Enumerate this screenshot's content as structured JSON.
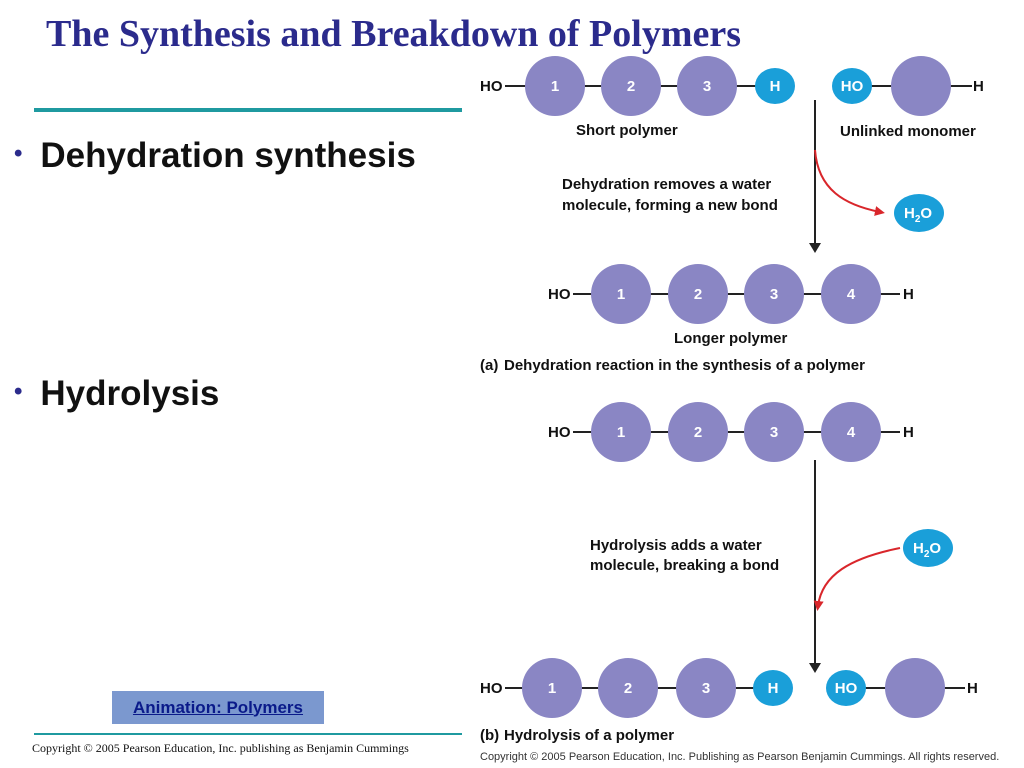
{
  "slide": {
    "title": "The Synthesis and Breakdown of Polymers",
    "bullets": [
      "Dehydration synthesis",
      "Hydrolysis"
    ],
    "bullet_marker": "•",
    "animation_link": "Animation: Polymers",
    "copyright_left": "Copyright © 2005 Pearson Education, Inc. publishing as Benjamin Cummings"
  },
  "figure": {
    "ho": "HO",
    "h": "H",
    "water_main": "H",
    "water_sub": "2",
    "water_tail": "O",
    "row1_monomers": [
      "1",
      "2",
      "3"
    ],
    "row2_monomers": [
      "1",
      "2",
      "3",
      "4"
    ],
    "row3_monomers": [
      "1",
      "2",
      "3",
      "4"
    ],
    "row4_monomers": [
      "1",
      "2",
      "3"
    ],
    "short_polymer": "Short polymer",
    "unlinked_monomer": "Unlinked monomer",
    "dehydration_note_1": "Dehydration removes a water",
    "dehydration_note_2": "molecule, forming a new bond",
    "longer_polymer": "Longer polymer",
    "panel_a_letter": "(a)",
    "panel_a_caption": "Dehydration reaction in the synthesis of a polymer",
    "hydrolysis_note_1": "Hydrolysis adds a water",
    "hydrolysis_note_2": "molecule, breaking a bond",
    "panel_b_letter": "(b)",
    "panel_b_caption": "Hydrolysis of a polymer",
    "copyright_right": "Copyright © 2005 Pearson Education, Inc. Publishing as Pearson Benjamin Cummings. All rights reserved."
  },
  "colors": {
    "title": "#2b2b8c",
    "monomer": "#8a86c4",
    "water_group": "#1a9fd9",
    "arrow_red": "#d9262b",
    "teal_rule": "#1f9aa0",
    "link_bg": "#7b98cf"
  }
}
